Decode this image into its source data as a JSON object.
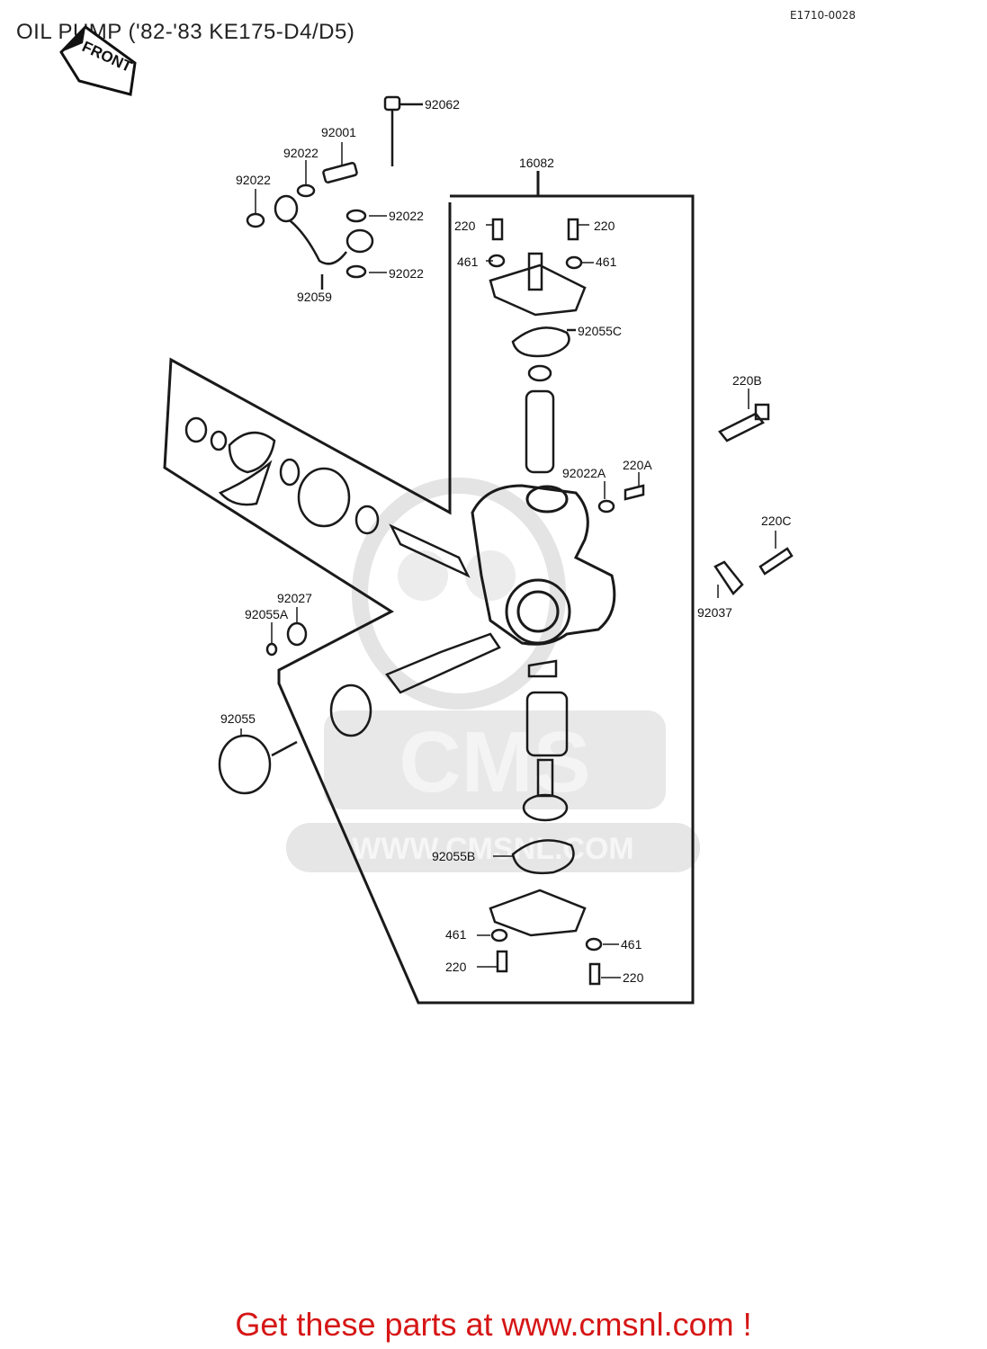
{
  "header": {
    "title": "OIL PUMP ('82-'83 KE175-D4/D5)",
    "diagram_code": "E1710-0028"
  },
  "front_arrow": {
    "label": "FRONT"
  },
  "watermark": {
    "brand": "CMS",
    "url": "WWW.CMSNL.COM"
  },
  "parts": {
    "p92062": "92062",
    "p92001": "92001",
    "p92022_a": "92022",
    "p92022_b": "92022",
    "p92022_c": "92022",
    "p92022_d": "92022",
    "p92059": "92059",
    "p16082": "16082",
    "p220_tl": "220",
    "p220_tr": "220",
    "p461_tl": "461",
    "p461_tr": "461",
    "p92055C": "92055C",
    "p220B": "220B",
    "p92022A": "92022A",
    "p220A": "220A",
    "p220C": "220C",
    "p92037": "92037",
    "p92027": "92027",
    "p92055A": "92055A",
    "p92055": "92055",
    "p92055B": "92055B",
    "p461_bl": "461",
    "p461_br": "461",
    "p220_bl": "220",
    "p220_br": "220"
  },
  "footer": {
    "cta": "Get these parts at www.cmsnl.com !"
  },
  "colors": {
    "line": "#1a1a1a",
    "watermark": "#e2e2e2",
    "cta": "#d61616"
  }
}
